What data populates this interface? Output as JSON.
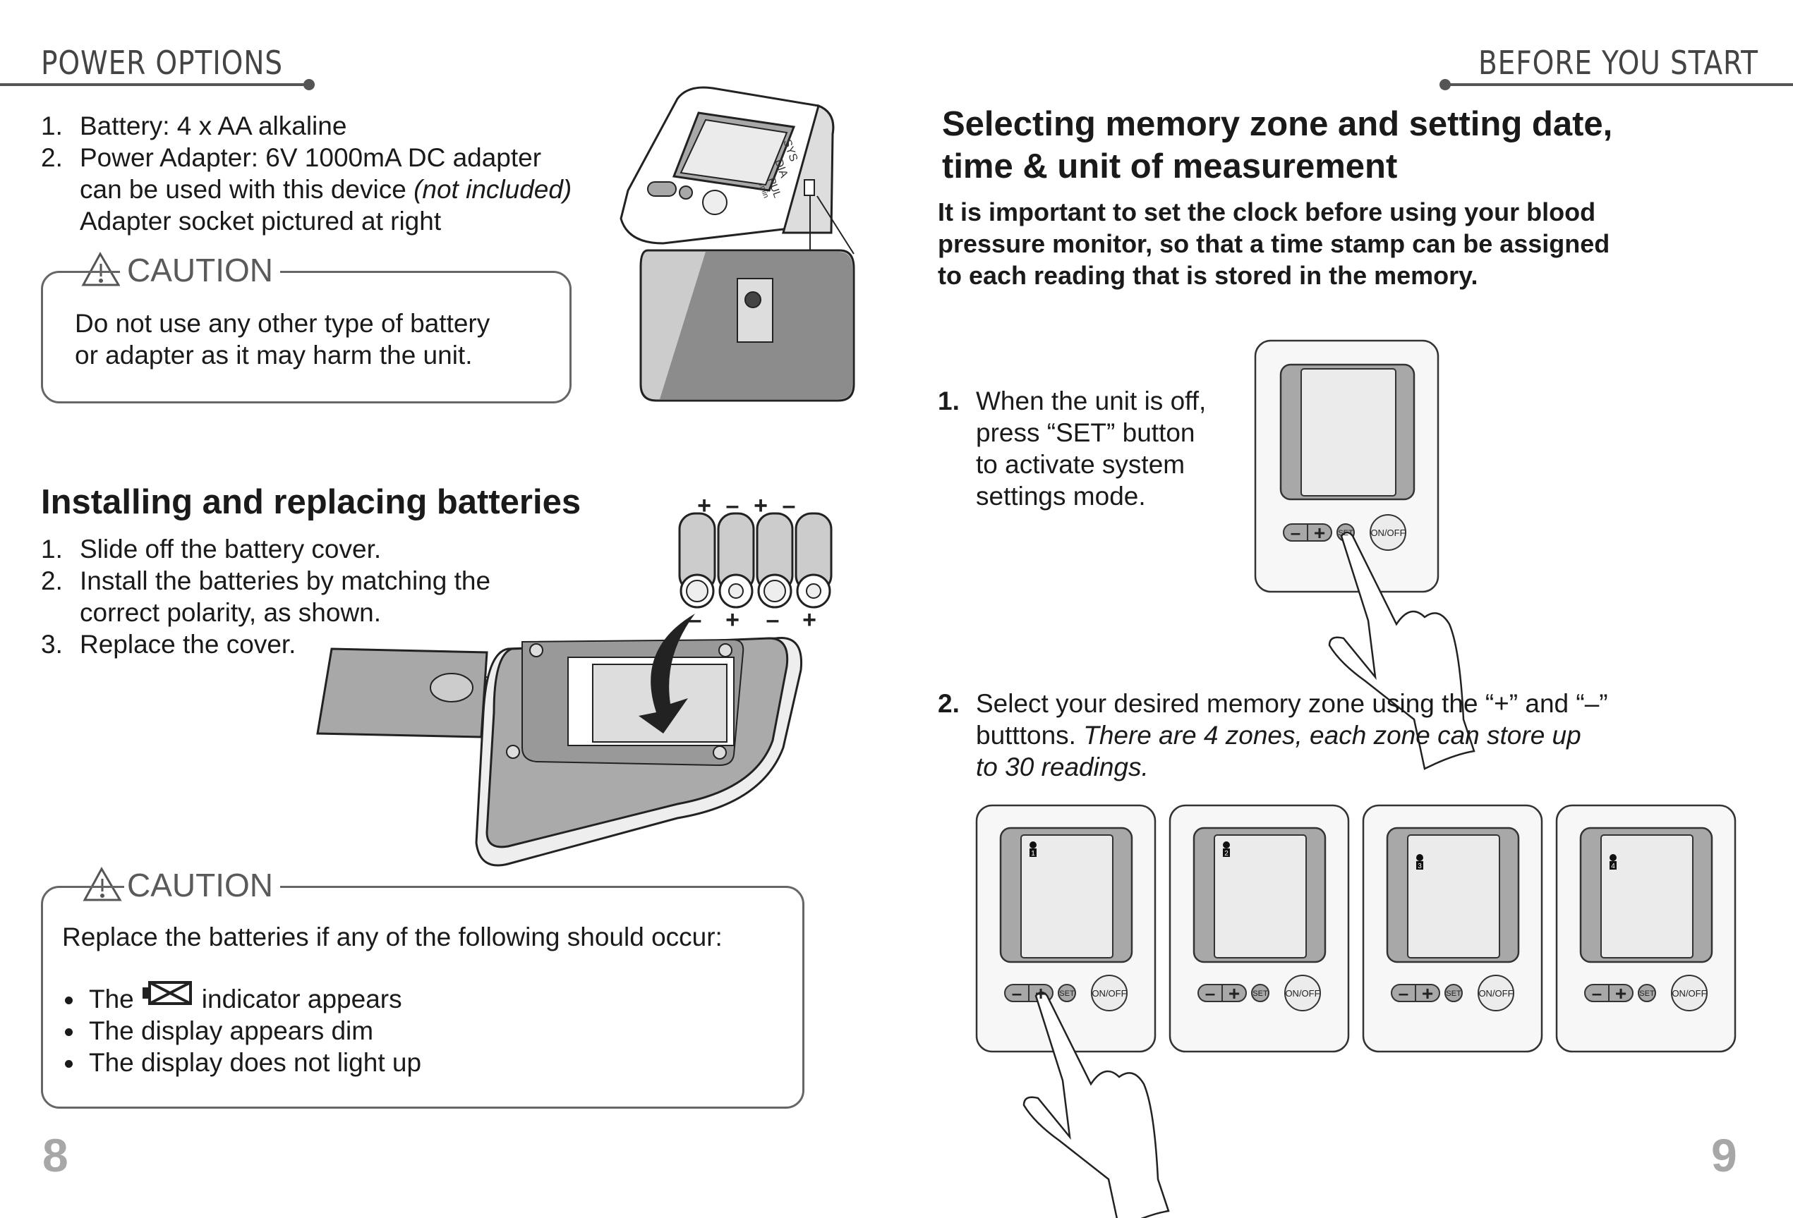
{
  "left_page": {
    "section_header": "POWER OPTIONS",
    "power_list": [
      {
        "num": "1.",
        "text": "Battery: 4 x AA alkaline"
      },
      {
        "num": "2.",
        "text": "Power Adapter: 6V 1000mA DC adapter"
      },
      {
        "num": "",
        "text": "can be used with this device ",
        "italic": "(not included)"
      },
      {
        "num": "",
        "text": "Adapter socket pictured at right"
      }
    ],
    "caution1": {
      "title": "CAUTION",
      "lines": [
        "Do not use any other type of battery",
        "or adapter as it may harm the unit."
      ]
    },
    "batteries_heading": "Installing and replacing batteries",
    "battery_steps": [
      {
        "num": "1.",
        "text": "Slide off the battery cover."
      },
      {
        "num": "2.",
        "text": "Install the batteries by matching the"
      },
      {
        "num": "",
        "text": "correct polarity, as shown."
      },
      {
        "num": "3.",
        "text": "Replace the cover."
      }
    ],
    "polarity_top": [
      "+",
      "–",
      "+",
      "–"
    ],
    "polarity_bottom": [
      "–",
      "+",
      "–",
      "+"
    ],
    "caution2": {
      "title": "CAUTION",
      "intro": "Replace the batteries if any of the following should occur:",
      "bullets": [
        {
          "before": "The",
          "icon": "low-battery-icon",
          "after": "indicator appears"
        },
        {
          "before": "The display appears dim"
        },
        {
          "before": "The display does not light up"
        }
      ]
    },
    "page_number": "8"
  },
  "right_page": {
    "section_header": "BEFORE YOU START",
    "heading_lines": [
      "Selecting memory zone and setting date,",
      "time & unit of measurement"
    ],
    "intro_lines": [
      "It is important to set the clock before using your blood",
      "pressure monitor, so that a time stamp can be assigned",
      "to each reading that is stored in the memory."
    ],
    "step1": {
      "num": "1.",
      "lines": [
        "When the unit is off,",
        "press “SET” button",
        "to activate system",
        "settings mode."
      ]
    },
    "step2": {
      "num": "2.",
      "line1": "Select your desired memory zone using the “+” and “–”",
      "line2_plain": "butttons. ",
      "line2_italic": "There are 4 zones, each zone can store up",
      "line3_italic": "to 30 readings."
    },
    "zones": [
      "1",
      "2",
      "3",
      "4"
    ],
    "page_number": "9"
  },
  "device_labels": {
    "sys": "SYS",
    "dia": "DIA",
    "pul": "PUL",
    "pul_unit": "/min",
    "set": "SET",
    "onoff": "ON/OFF",
    "minus": "–",
    "plus": "+"
  },
  "colors": {
    "text": "#1a1a1a",
    "header": "#444444",
    "page_number": "#a7a7a7",
    "device_gray": "#a8a8a8",
    "screen": "#ebebeb"
  }
}
